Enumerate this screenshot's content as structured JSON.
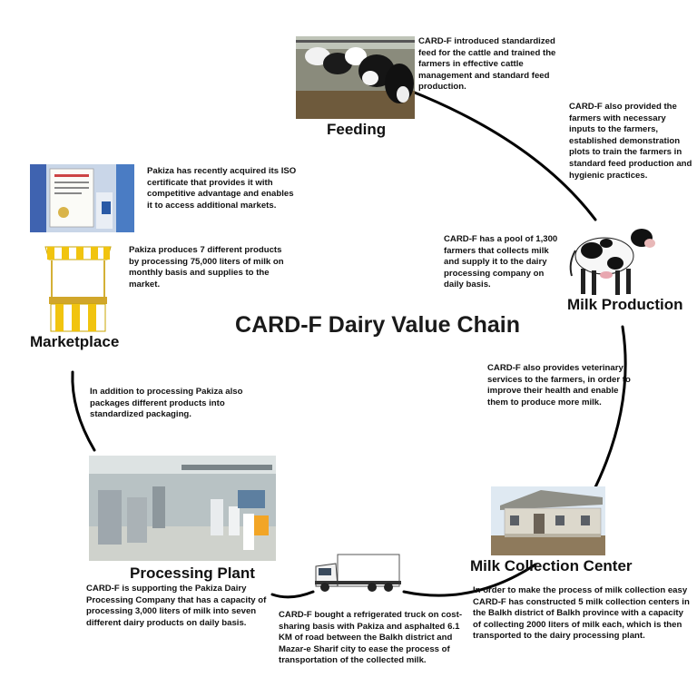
{
  "title": "CARD-F Dairy Value Chain",
  "stages": {
    "feeding": "Feeding",
    "milk_production": "Milk Production",
    "milk_collection": "Milk Collection Center",
    "processing": "Processing Plant",
    "marketplace": "Marketplace"
  },
  "notes": {
    "feed_training": "CARD-F introduced standardized feed for the cattle and trained the farmers in effective cattle management and standard feed production.",
    "inputs": "CARD-F also provided the farmers with necessary inputs to the farmers, established demonstration plots to train the farmers in standard feed production and hygienic practices.",
    "farmers_pool": "CARD-F has a pool of 1,300 farmers that collects milk and supply it to the dairy processing company on daily basis.",
    "veterinary": "CARD-F also provides veterinary services to the farmers, in order to improve their health and enable them to produce more milk.",
    "collection_centers": "In order to make the process of milk collection easy CARD-F has constructed 5 milk collection centers in the Balkh district of Balkh province with a capacity of collecting 2000 liters of milk each, which is then transported to the dairy processing plant.",
    "truck": "CARD-F bought a refrigerated truck on cost-sharing basis with Pakiza and asphalted 6.1 KM of road between the Balkh district and Mazar-e Sharif city to ease the process of transportation of the collected milk.",
    "processing_support": "CARD-F is supporting the Pakiza Dairy Processing Company that has a capacity of processing 3,000 liters of milk into seven different dairy products on daily basis.",
    "packaging": "In addition to processing Pakiza also packages different products into standardized packaging.",
    "products": "Pakiza produces 7 different products by processing 75,000 liters of milk on monthly basis and supplies to the market.",
    "iso": "Pakiza has recently acquired its ISO certificate that provides it with competitive advantage and enables it to access additional markets."
  }
}
